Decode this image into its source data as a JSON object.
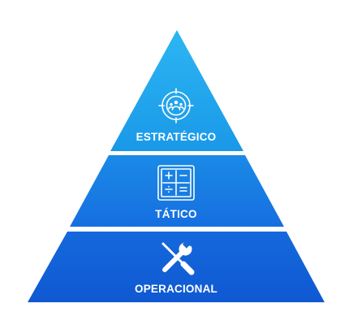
{
  "diagram": {
    "tiers": [
      {
        "label": "ESTRATÉGICO",
        "icon": "team-target-icon"
      },
      {
        "label": "TÁTICO",
        "icon": "calculator-icon"
      },
      {
        "label": "OPERACIONAL",
        "icon": "tools-icon"
      }
    ],
    "colors": {
      "top": "#1ba3ea",
      "middle": "#1777e2",
      "bottom": "#1160d8",
      "separator": "#ffffff",
      "icon": "#ffffff"
    }
  }
}
